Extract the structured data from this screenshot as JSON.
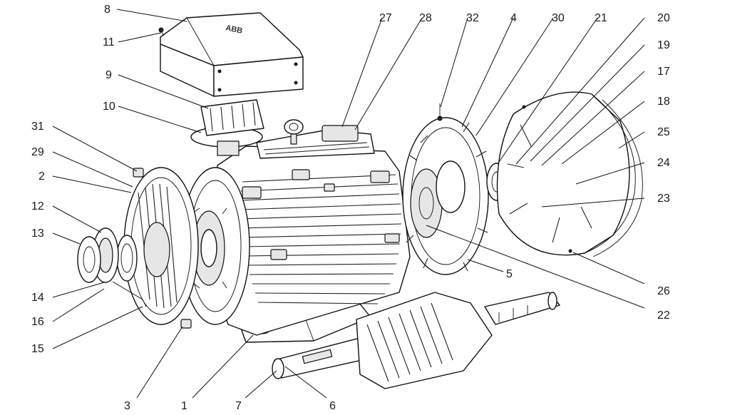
{
  "figure": {
    "callout_numbers": [
      "1",
      "2",
      "3",
      "4",
      "5",
      "6",
      "7",
      "8",
      "9",
      "10",
      "11",
      "12",
      "13",
      "14",
      "15",
      "16",
      "17",
      "18",
      "19",
      "20",
      "21",
      "22",
      "23",
      "24",
      "25",
      "26",
      "27",
      "28",
      "29",
      "30",
      "31",
      "32"
    ],
    "housing_logo_text": "ABB",
    "colors": {
      "line": "#111111",
      "background": "#ffffff",
      "shade": "#e6e6e6"
    }
  }
}
